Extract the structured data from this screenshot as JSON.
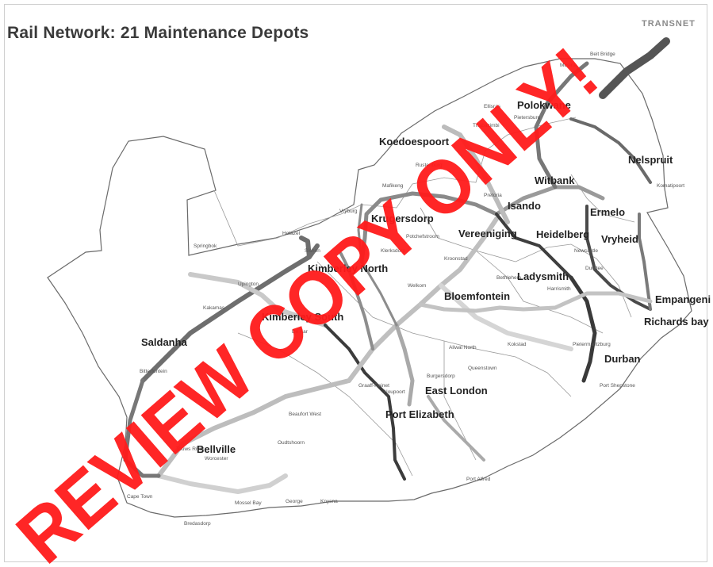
{
  "title": "Rail Network: 21 Maintenance Depots",
  "logo": "TRANSNET",
  "watermark": "REVIEW COPY ONLY!",
  "depots": [
    {
      "id": "polokwane",
      "label": "Polokwane"
    },
    {
      "id": "koedoespoort",
      "label": "Koedoespoort"
    },
    {
      "id": "nelspruit",
      "label": "Nelspruit"
    },
    {
      "id": "witbank",
      "label": "Witbank"
    },
    {
      "id": "isando",
      "label": "Isando"
    },
    {
      "id": "krugersdorp",
      "label": "Krugersdorp"
    },
    {
      "id": "ermelo",
      "label": "Ermelo"
    },
    {
      "id": "vereeniging",
      "label": "Vereeniging"
    },
    {
      "id": "heidelberg",
      "label": "Heidelberg"
    },
    {
      "id": "vryheid",
      "label": "Vryheid"
    },
    {
      "id": "kimberley-north",
      "label": "Kimberley North"
    },
    {
      "id": "ladysmith",
      "label": "Ladysmith"
    },
    {
      "id": "bloemfontein",
      "label": "Bloemfontein"
    },
    {
      "id": "empangeni",
      "label": "Empangeni"
    },
    {
      "id": "kimberley-south",
      "label": "Kimberley South"
    },
    {
      "id": "richards-bay",
      "label": "Richards bay"
    },
    {
      "id": "saldanha",
      "label": "Saldanha"
    },
    {
      "id": "durban",
      "label": "Durban"
    },
    {
      "id": "east-london",
      "label": "East London"
    },
    {
      "id": "port-elizabeth",
      "label": "Port Elizabeth"
    },
    {
      "id": "bellville",
      "label": "Bellville"
    }
  ],
  "places": [
    "Beit Bridge",
    "Musina",
    "Ellisras",
    "Pietersburg",
    "Thabazimbi",
    "Rustenburg",
    "Pretoria",
    "Komatipoort",
    "Mafikeng",
    "Vryburg",
    "Potchefstroom",
    "Klerksdorp",
    "Newcastle",
    "Dundee",
    "Hotazel",
    "Sishen",
    "Upington",
    "Kakamas",
    "Bitterfontein",
    "De Aar",
    "Noupoort",
    "Burgersdorp",
    "Queenstown",
    "Kokstad",
    "Pietermaritzburg",
    "Port Shepstone",
    "Beaufort West",
    "Worcester",
    "Oudtshoorn",
    "George",
    "Knysna",
    "Mossel Bay",
    "Cape Town",
    "Bredasdorp",
    "Port Alfred",
    "Graaff-Reinet",
    "Aliwal North",
    "Harrismith",
    "Bethlehem",
    "Kroonstad",
    "Welkom",
    "Springbok",
    "Touws River"
  ]
}
